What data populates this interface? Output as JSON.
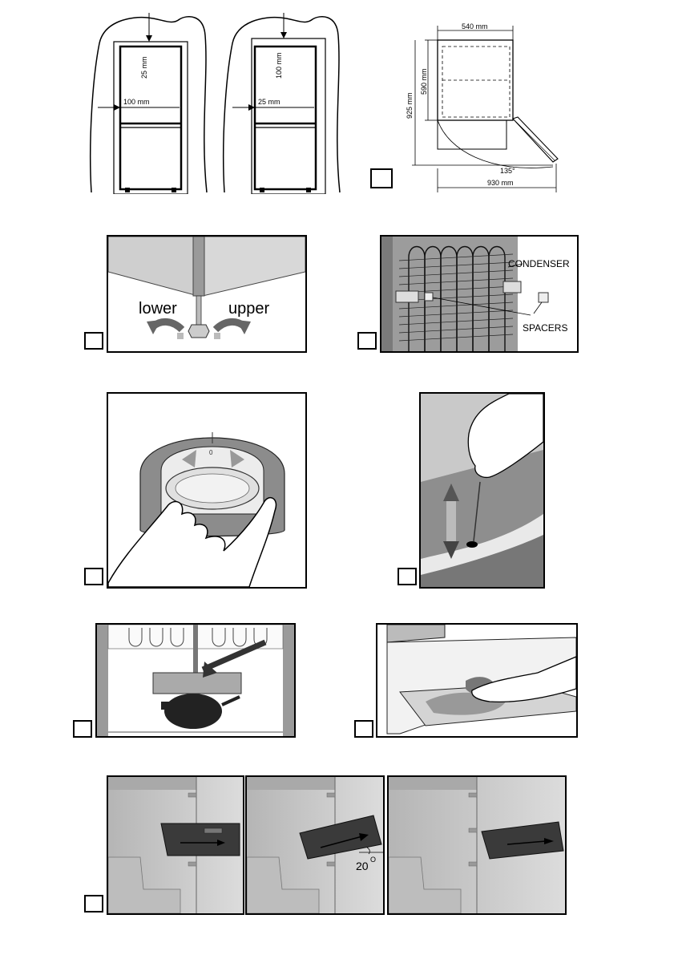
{
  "fig_clearance": {
    "left_unit": {
      "top_gap": "25 mm",
      "side_gap": "100 mm"
    },
    "right_unit": {
      "top_gap": "100 mm",
      "side_gap": "25 mm"
    }
  },
  "fig_dimensions": {
    "width": "540 mm",
    "height_cabinet": "590 mm",
    "height_total": "925 mm",
    "door_angle": "135°",
    "depth_open": "930 mm"
  },
  "fig_feet": {
    "label_lower": "lower",
    "label_upper": "upper"
  },
  "fig_condenser": {
    "label_condenser": "CONDENSER",
    "label_spacers": "SPACERS"
  },
  "fig_thermostat": {
    "dial_mark": "0"
  },
  "fig_drawer": {
    "angle_value": "20",
    "angle_unit": "O"
  }
}
